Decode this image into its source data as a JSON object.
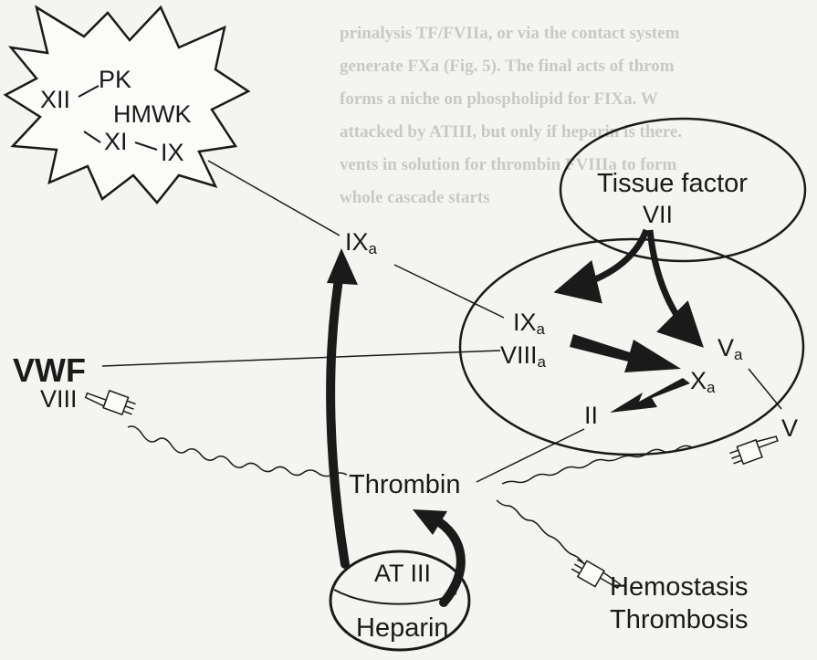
{
  "background_text": {
    "lines": [
      "prinalysis TF/FVIIa, or via the contact system",
      "generate FXa (Fig. 5). The final acts of throm",
      "forms a niche on phospholipid for FIXa. W",
      "attacked by ATIII, but only if heparin is there.",
      "vents in solution for thrombin FVIIIa to form",
      "whole cascade starts"
    ]
  },
  "contact_factors": {
    "xii": "XII",
    "pk": "PK",
    "hmwk": "HMWK",
    "xi": "XI",
    "ix": "IX"
  },
  "nodes": {
    "ixa_top": {
      "main": "IX",
      "sub": "a"
    },
    "tissue_factor": "Tissue factor",
    "vii": "VII",
    "ixa_inner": {
      "main": "IX",
      "sub": "a"
    },
    "viiia": {
      "main": "VIII",
      "sub": "a"
    },
    "va": {
      "main": "V",
      "sub": "a"
    },
    "xa": {
      "main": "X",
      "sub": "a"
    },
    "ii": "II",
    "vwf": "VWF",
    "viii": "VIII",
    "v": "V",
    "thrombin": "Thrombin",
    "atiii": "AT III",
    "heparin": "Heparin",
    "hemostasis": "Hemostasis",
    "thrombosis": "Thrombosis"
  },
  "colors": {
    "ink": "#1a1a1a",
    "paper": "#f4f4f1",
    "bleed_text": "#c8c8c4"
  }
}
